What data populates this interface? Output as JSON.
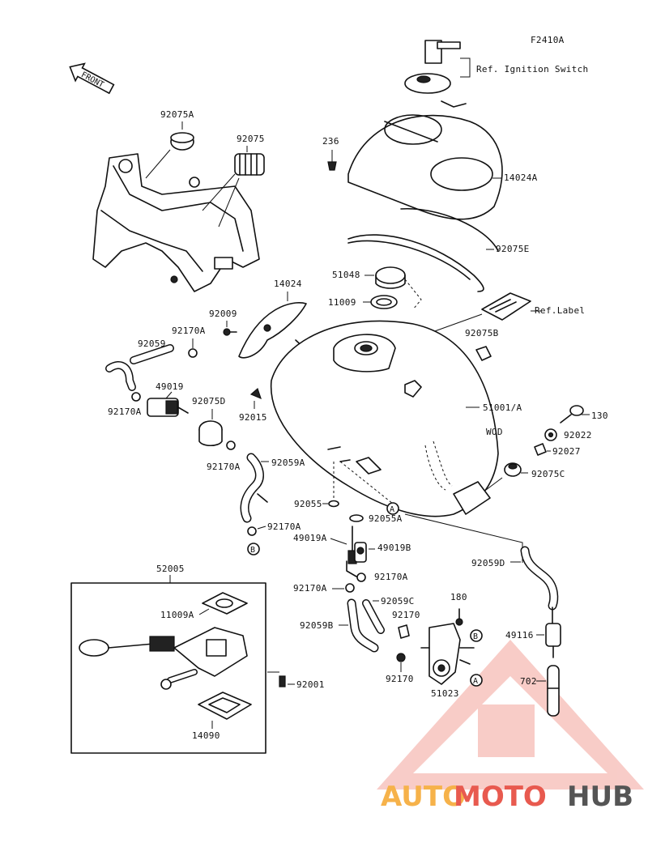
{
  "diagram_code": "F2410A",
  "front_arrow": "FRONT",
  "refs": {
    "ignition_switch": "Ref. Ignition Switch",
    "label": "Ref.Label"
  },
  "parts": {
    "p92075A": "92075A",
    "p92075": "92075",
    "p236": "236",
    "p14024A": "14024A",
    "p92075E": "92075E",
    "p51048": "51048",
    "p11009": "11009",
    "p14024": "14024",
    "p92009": "92009",
    "p92170A_1": "92170A",
    "p92059": "92059",
    "p92075B": "92075B",
    "p49019": "49019",
    "p92075D": "92075D",
    "p92170A_2": "92170A",
    "p92015": "92015",
    "p51001A": "51001/A",
    "p130": "130",
    "p92022": "92022",
    "p92027": "92027",
    "p92075C": "92075C",
    "p92170A_3": "92170A",
    "p92059A": "92059A",
    "p92055": "92055",
    "p92055A": "92055A",
    "p92170A_4": "92170A",
    "p49019A": "49019A",
    "p49019B": "49019B",
    "p92059D": "92059D",
    "p52005": "52005",
    "p11009A": "11009A",
    "p92170A_5": "92170A",
    "p92170A_6": "92170A",
    "p92059C": "92059C",
    "p180": "180",
    "p92059B": "92059B",
    "p92170_1": "92170",
    "p49116": "49116",
    "p92001": "92001",
    "p92170_2": "92170",
    "p51023": "51023",
    "p702": "702",
    "p14090": "14090"
  },
  "tank_note": "WOD",
  "markers": {
    "a": "A",
    "b": "B"
  },
  "watermark": {
    "part1": "AUTO",
    "part2": "MOTO",
    "part3": "HUB"
  },
  "colors": {
    "line": "#111111",
    "wm_orange": "#f6b24a",
    "wm_red": "#e85a4f",
    "wm_gray": "#555555"
  }
}
